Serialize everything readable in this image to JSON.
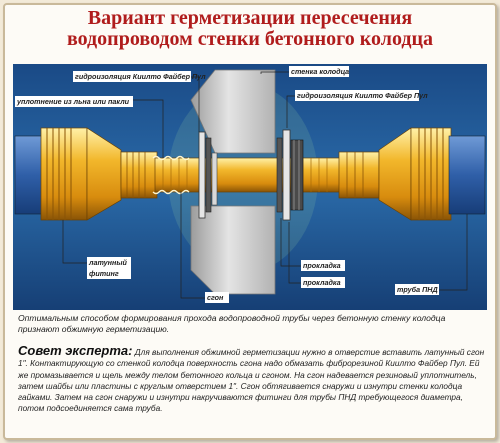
{
  "title": {
    "line1": "Вариант герметизации пересечения",
    "line2": "водопроводом стенки бетонного колодца"
  },
  "labels": {
    "hydro_top": "гидроизоляция Киилто Файбер Пул",
    "wall": "стенка колодца",
    "hydro_right": "гидроизоляция Киилто Файбер Пул",
    "seal": "уплотнение из льна или пакли",
    "brass": "латунный",
    "fitting": "фитинг",
    "gasket1": "прокладка",
    "gasket2": "прокладка",
    "pnd": "труба ПНД",
    "sgon": "сгон"
  },
  "caption": "Оптимальным способом формирования прохода водопроводной трубы через бетонную стенку колодца признают обжимную герметизацию.",
  "advice": {
    "heading": "Совет эксперта:",
    "text": "Для выполнения обжимной герметизации нужно в отверстие вставить латунный сгон 1\". Контактирующую со стенкой колодца поверхность сгона надо обмазать фиброрезиной Киилто Файбер Пул. Ей же промазывается и щель между телом бетонного кольца и сгоном. На сгон надевается резиновый уплотнитель, затем шайбы или пластины с круглым отверстием 1\". Сгон обтягивается снаружи и изнутри стенки колодца гайками. Затем на сгон снаружи и изнутри накручиваются фитинги для трубы ПНД требующегося диаметра, потом подсоединяется сама труба."
  },
  "colors": {
    "title": "#b01c1c",
    "brass": "#e8a317",
    "pipe_blue": "#2f5fa8",
    "wall_gray": "#c8c8c8",
    "water_bg": "#1f5590"
  }
}
